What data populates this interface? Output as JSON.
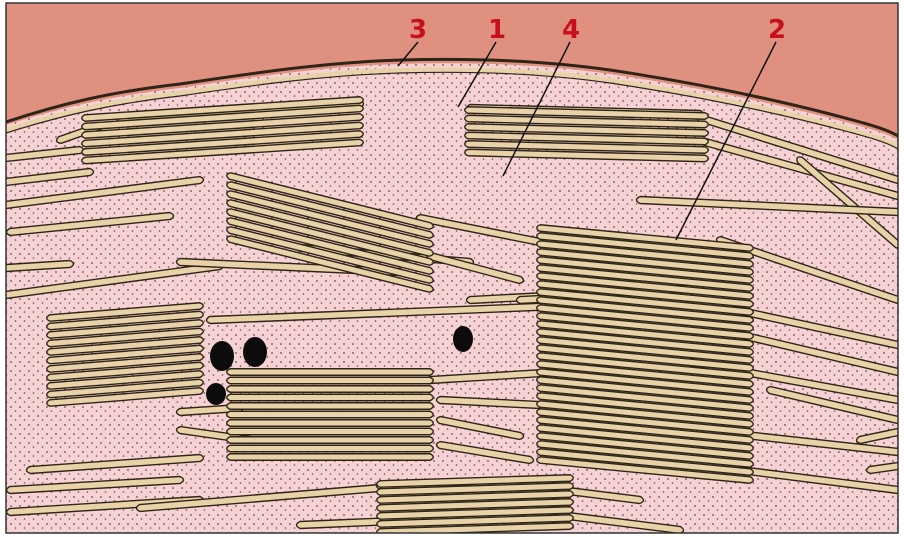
{
  "diagram": {
    "labels": [
      {
        "id": "label-1",
        "text": "1"
      },
      {
        "id": "label-2",
        "text": "2"
      },
      {
        "id": "label-3",
        "text": "3"
      },
      {
        "id": "label-4",
        "text": "4"
      }
    ]
  },
  "colors": {
    "background_outside": "#e0907f",
    "stroma": "#f6d2d4",
    "stroma_dots": "#6a4a4a",
    "lamella_fill": "#e8d2a8",
    "lamella_stroke": "#2e2418",
    "grana_dark": "#4f4233",
    "label_red": "#c8101c",
    "leader_line": "#111111",
    "border": "#333333"
  },
  "icons": [
    "callout-leader-line"
  ]
}
